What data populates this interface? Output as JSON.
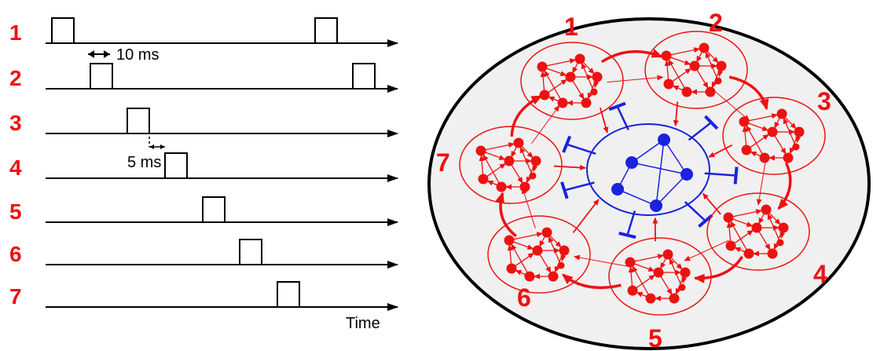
{
  "colors": {
    "excitatory": "#ee1111",
    "inhibitory": "#1b22dd",
    "network_fill": "#f0f0f0",
    "outline": "#000000"
  },
  "timing": {
    "rows": [
      "1",
      "2",
      "3",
      "4",
      "5",
      "6",
      "7"
    ],
    "pulse_interval_label": "10 ms",
    "pulse_width_label": "5 ms",
    "axis_label": "Time"
  },
  "network": {
    "assemblies": [
      "1",
      "2",
      "3",
      "4",
      "5",
      "6",
      "7"
    ]
  }
}
